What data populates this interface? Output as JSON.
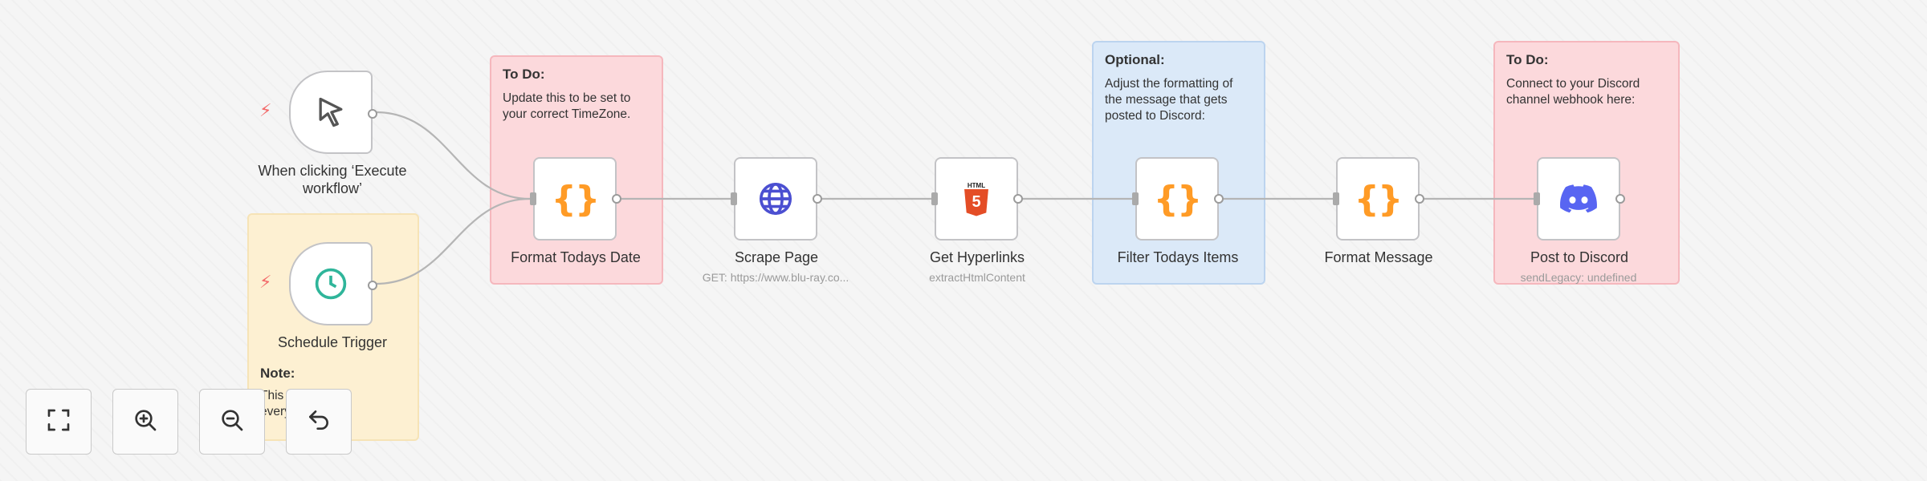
{
  "sticky_notes": [
    {
      "id": "todo-timezone",
      "title": "To Do:",
      "body": "Update this to be set to your correct TimeZone.",
      "color": "#fcd9dc"
    },
    {
      "id": "optional-format",
      "title": "Optional:",
      "body": "Adjust the formatting of the message that gets posted to Discord:",
      "color": "#dbe9f8"
    },
    {
      "id": "todo-discord",
      "title": "To Do:",
      "body": "Connect to your Discord channel webhook here:",
      "color": "#fcd9dc"
    },
    {
      "id": "note-schedule",
      "title": "Note:",
      "body": "This is set to run every … m.",
      "color": "#fdf0d2"
    }
  ],
  "nodes": [
    {
      "id": "manual-trigger",
      "label": "When clicking ‘Execute workflow’",
      "subtitle": "",
      "icon": "cursor-icon"
    },
    {
      "id": "schedule-trigger",
      "label": "Schedule Trigger",
      "subtitle": "",
      "icon": "clock-icon"
    },
    {
      "id": "format-todays-date",
      "label": "Format Todays Date",
      "subtitle": "",
      "icon": "code-braces-icon"
    },
    {
      "id": "scrape-page",
      "label": "Scrape Page",
      "subtitle": "GET: https://www.blu-ray.co...",
      "icon": "globe-icon"
    },
    {
      "id": "get-hyperlinks",
      "label": "Get Hyperlinks",
      "subtitle": "extractHtmlContent",
      "icon": "html5-icon"
    },
    {
      "id": "filter-todays-items",
      "label": "Filter Todays Items",
      "subtitle": "",
      "icon": "code-braces-icon"
    },
    {
      "id": "format-message",
      "label": "Format Message",
      "subtitle": "",
      "icon": "code-braces-icon"
    },
    {
      "id": "post-to-discord",
      "label": "Post to Discord",
      "subtitle": "sendLegacy: undefined",
      "icon": "discord-icon"
    }
  ],
  "icons": {
    "code_glyph": "{}",
    "html5_badge": "HTML",
    "html5_number": "5"
  },
  "colors": {
    "accent_code": "#ff9b26",
    "trigger_bolt": "#f36b6b",
    "discord": "#5865f2",
    "globe": "#4b4fd1",
    "clock": "#2fb59a",
    "html5": "#e44d26"
  },
  "canvas_controls": [
    {
      "id": "fit-view",
      "icon": "fullscreen-icon"
    },
    {
      "id": "zoom-in",
      "icon": "zoom-in-icon"
    },
    {
      "id": "zoom-out",
      "icon": "zoom-out-icon"
    },
    {
      "id": "reset-zoom",
      "icon": "undo-icon"
    }
  ]
}
